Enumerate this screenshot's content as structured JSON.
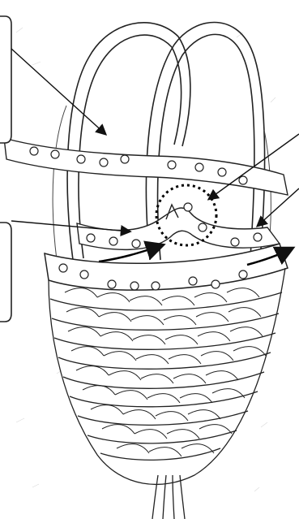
{
  "illustration": {
    "subject": "woven-basket-with-hoop-handles",
    "colors": {
      "background": "#ffffff",
      "ink": "#1a1a1a",
      "pencil": "#6b6b6b",
      "accent_dashed": "#000000"
    },
    "callout_boxes": [
      {
        "side": "left",
        "text": ""
      },
      {
        "side": "left",
        "text": ""
      }
    ],
    "leader_lines": 4,
    "motion_arrows": 2,
    "dotted_focus_circle": true
  }
}
